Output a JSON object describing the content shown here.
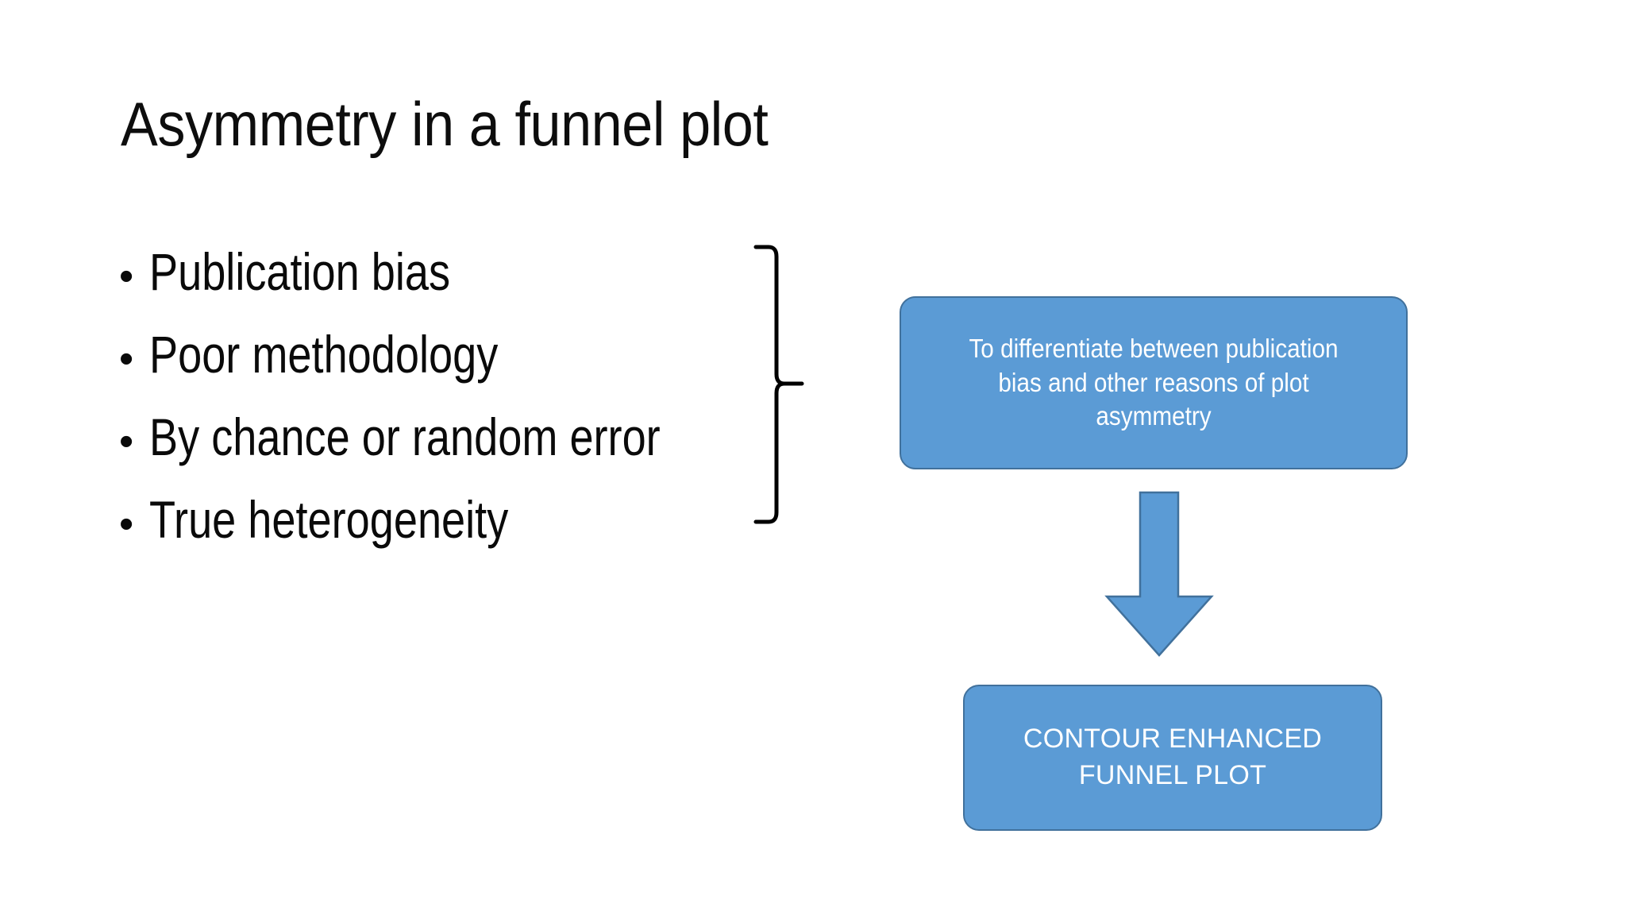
{
  "slide": {
    "title": "Asymmetry in a funnel plot",
    "background_color": "#FFFFFF",
    "text_color": "#0A0A0A"
  },
  "bullets": {
    "marker": "•",
    "items": [
      {
        "label": "Publication bias"
      },
      {
        "label": "Poor methodology"
      },
      {
        "label": "By chance or random error"
      },
      {
        "label": "True heterogeneity"
      }
    ]
  },
  "brace": {
    "shape": "right-curly-brace",
    "color": "#000000"
  },
  "flow": {
    "accent_color": "#5B9BD5",
    "border_color": "#41719C",
    "text_color": "#FFFFFF",
    "purpose_box": {
      "text": "To differentiate between publication bias and other reasons of plot asymmetry"
    },
    "arrow": {
      "direction": "down",
      "icon": "arrow-down-icon"
    },
    "outcome_box": {
      "text": "CONTOUR ENHANCED FUNNEL PLOT"
    }
  }
}
